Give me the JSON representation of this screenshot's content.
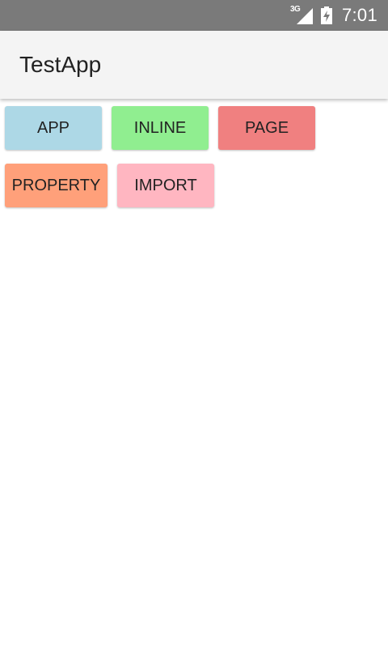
{
  "status_bar": {
    "network_type": "3G",
    "time": "7:01",
    "signal_icon": "cell-signal-icon",
    "battery_icon": "battery-charging-icon"
  },
  "app_bar": {
    "title": "TestApp"
  },
  "buttons": [
    {
      "label": "APP",
      "color": "#add8e6"
    },
    {
      "label": "INLINE",
      "color": "#90ee90"
    },
    {
      "label": "PAGE",
      "color": "#f08080"
    },
    {
      "label": "PROPERTY",
      "color": "#ffa07a"
    },
    {
      "label": "IMPORT",
      "color": "#ffb6c1"
    }
  ]
}
